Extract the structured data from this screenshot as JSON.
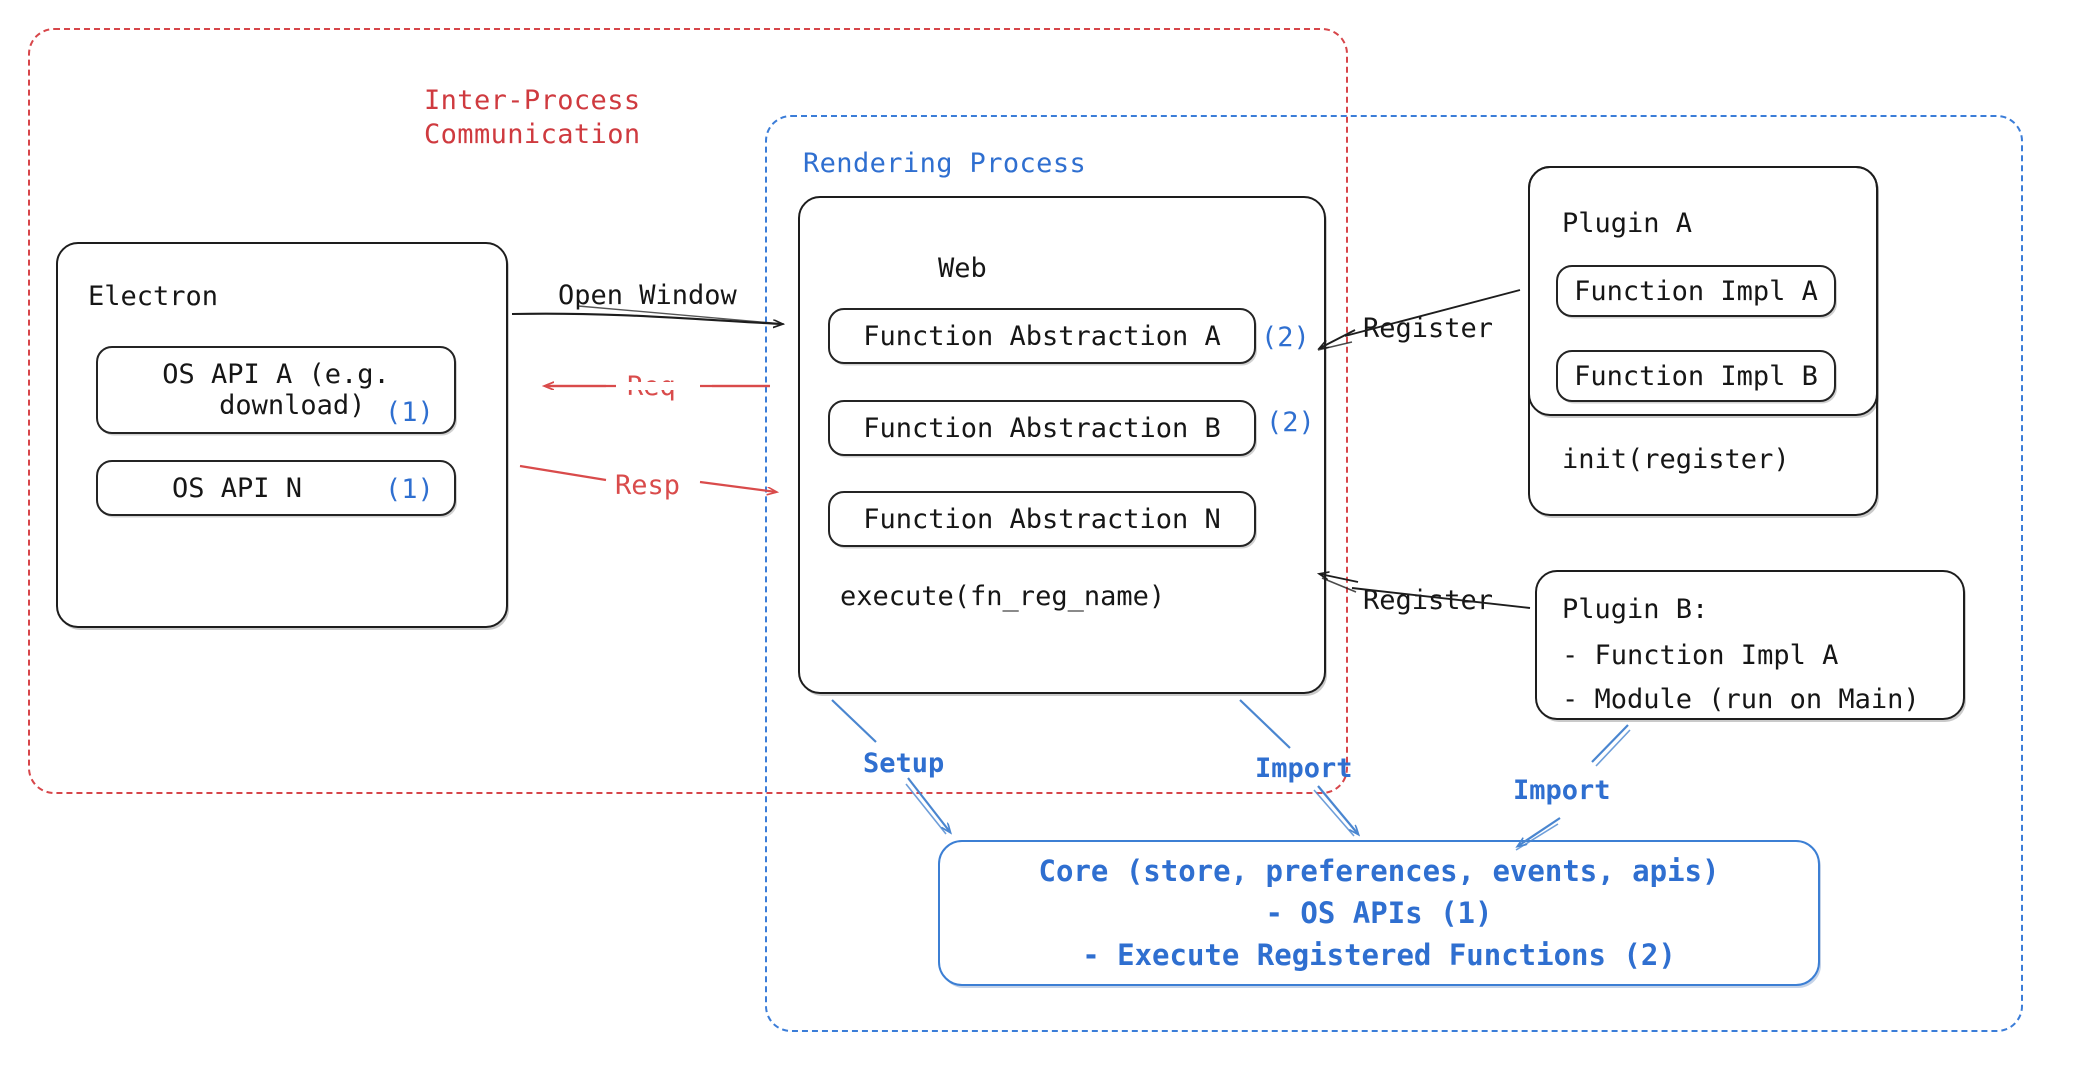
{
  "groups": {
    "ipc": {
      "label": "Inter-Process\nCommunication",
      "color": "#cf3a3f"
    },
    "rendering": {
      "label": "Rendering Process",
      "color": "#2f6fd0"
    }
  },
  "electron": {
    "title": "Electron",
    "apis": [
      {
        "text": "OS API A (e.g.\n  download)",
        "badge": "(1)"
      },
      {
        "text": "OS API N",
        "badge": "(1)"
      }
    ]
  },
  "web": {
    "title": "Web",
    "abstractions": [
      {
        "text": "Function Abstraction A",
        "badge": "(2)"
      },
      {
        "text": "Function Abstraction B",
        "badge": "(2)"
      },
      {
        "text": "Function Abstraction N",
        "badge": ""
      }
    ],
    "footer": "execute(fn_reg_name)"
  },
  "plugin_a": {
    "title": "Plugin A",
    "items": [
      "Function Impl A",
      "Function Impl B"
    ],
    "footer": "init(register)"
  },
  "plugin_b": {
    "title": "Plugin B:",
    "lines": [
      "- Function Impl A",
      "- Module (run on Main)"
    ]
  },
  "core": {
    "lines": [
      "Core (store, preferences, events, apis)",
      "- OS APIs (1)",
      "- Execute Registered Functions (2)"
    ],
    "color": "#2f6fd0"
  },
  "edges": {
    "open_window": "Open Window",
    "req": "Req",
    "resp": "Resp",
    "register_a": "Register",
    "register_b": "Register",
    "setup": "Setup",
    "import_web": "Import",
    "import_plugin": "Import"
  },
  "colors": {
    "accent_blue": "#2f6fd0",
    "accent_red": "#d7464a",
    "ink": "#161616"
  }
}
